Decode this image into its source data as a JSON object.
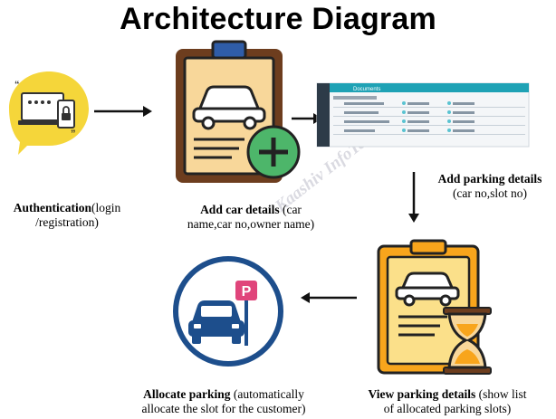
{
  "title": "Architecture Diagram",
  "watermark": "Kaashiv InfoTech",
  "nodes": {
    "authentication": {
      "label_bold": "Authentication",
      "label_rest": "(login /registration)"
    },
    "add_car": {
      "label_bold": "Add car details",
      "label_rest": " (car name,car no,owner name)"
    },
    "add_parking": {
      "label_bold": "Add parking details",
      "label_rest": " (car no,slot no)"
    },
    "view_parking": {
      "label_bold": "View parking details",
      "label_rest": " (show list of allocated parking slots)"
    },
    "allocate_parking": {
      "label_bold": "Allocate parking",
      "label_rest": " (automatically allocate the slot for the customer)"
    }
  },
  "screenshot_header": "Documents",
  "parking_sign_letter": "P",
  "colors": {
    "yellow": "#f5d63a",
    "orange": "#f8a51c",
    "brown": "#6d3d1e",
    "green": "#4db66a",
    "blue": "#1d4e8c",
    "teal": "#1fa2b5",
    "pink": "#e0457b"
  }
}
